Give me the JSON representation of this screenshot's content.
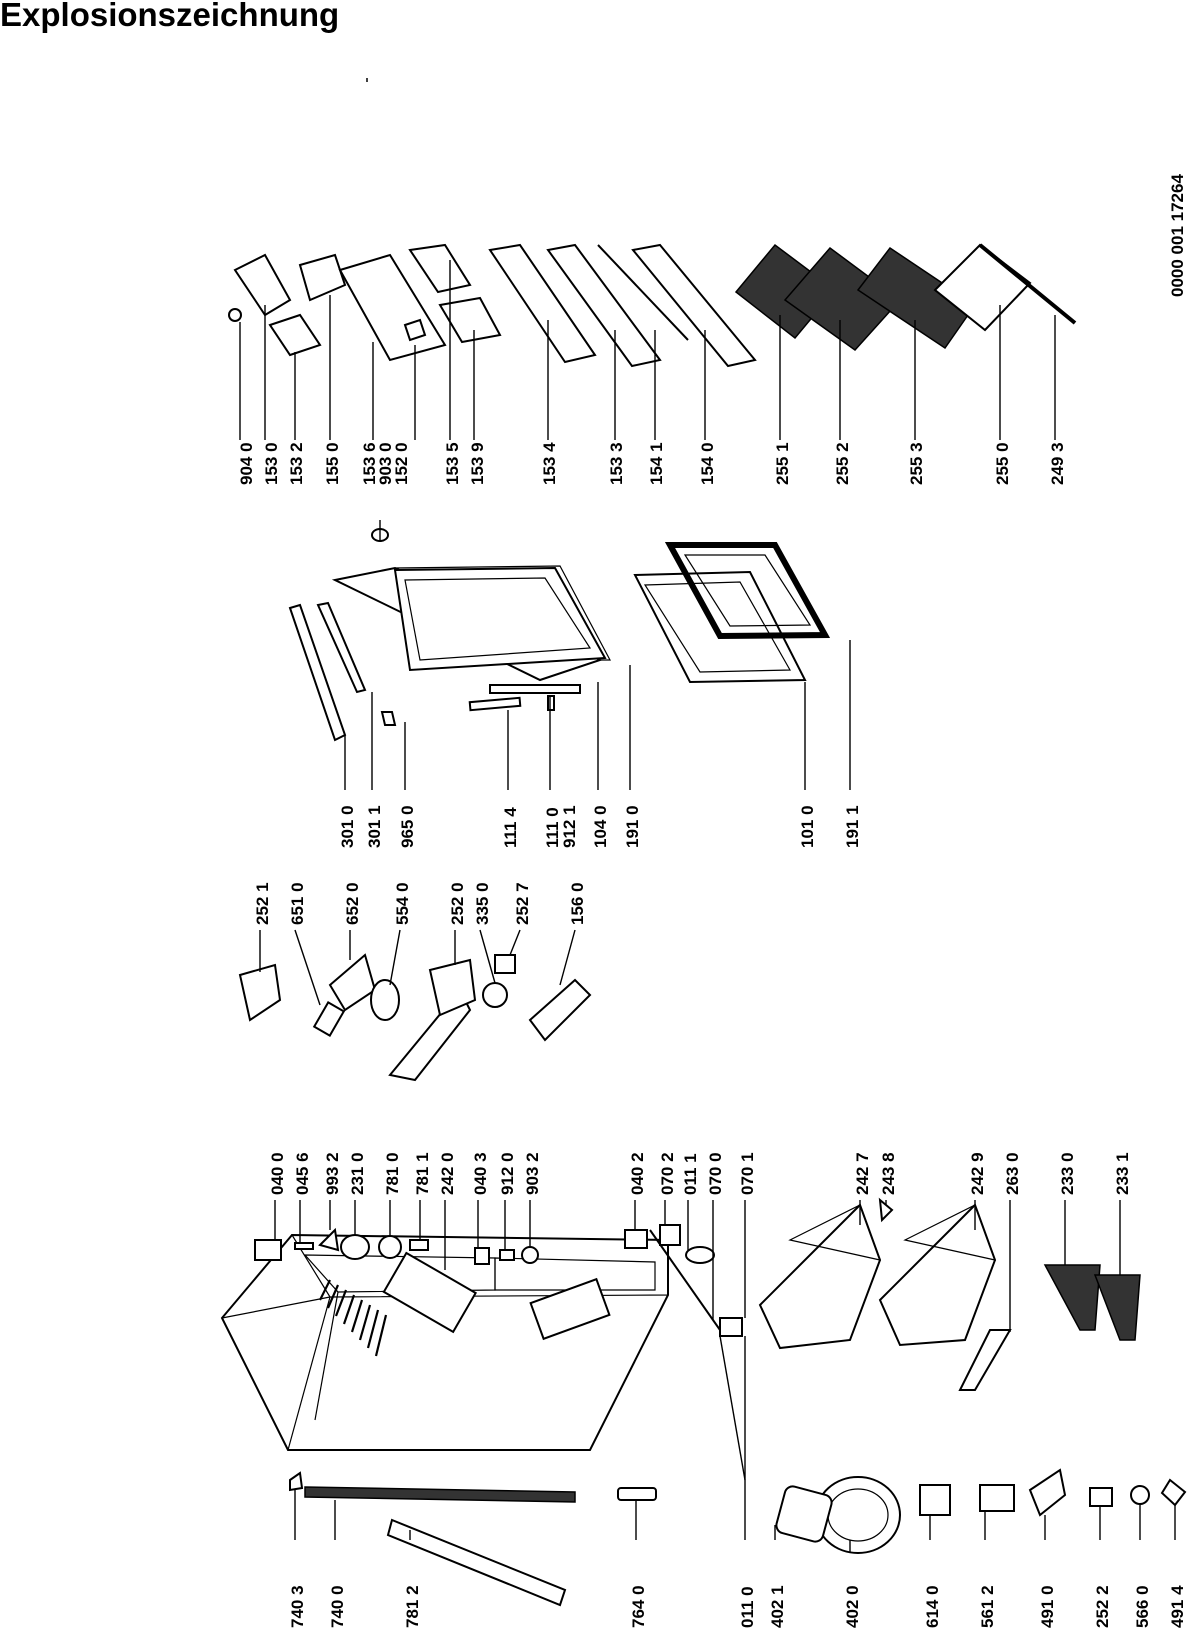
{
  "title": "Explosionszeichnung",
  "document_number": "0000 001 17264",
  "part_labels": {
    "col1": [
      "904 0",
      "153 0",
      "153 2",
      "155 0",
      "153 6",
      "903 0",
      "152 0",
      "153 5",
      "153 9",
      "153 4",
      "153 3",
      "154 1",
      "154 0",
      "255 1",
      "255 2",
      "255 3",
      "255 0",
      "249 3"
    ],
    "col2": [
      "301 0",
      "301 1",
      "965 0",
      "111 4",
      "111 0",
      "912 1",
      "104 0",
      "191 0",
      "101 0",
      "191 1"
    ],
    "col3": [
      "252 1",
      "651 0",
      "652 0",
      "554 0",
      "252 0",
      "335 0",
      "252 7",
      "156 0"
    ],
    "col4": [
      "040 0",
      "045 6",
      "993 2",
      "231 0",
      "781 0",
      "781 1",
      "242 0",
      "040 3",
      "912 0",
      "903 2",
      "040 2",
      "070 2",
      "011 1",
      "070 0",
      "070 1",
      "242 7",
      "243 8",
      "242 9",
      "263 0",
      "233 0",
      "233 1"
    ],
    "col5": [
      "740 3",
      "740 0",
      "781 2",
      "764 0",
      "011 0",
      "402 1",
      "402 0",
      "614 0",
      "561 2",
      "491 0",
      "252 2",
      "566 0",
      "491 4"
    ]
  }
}
